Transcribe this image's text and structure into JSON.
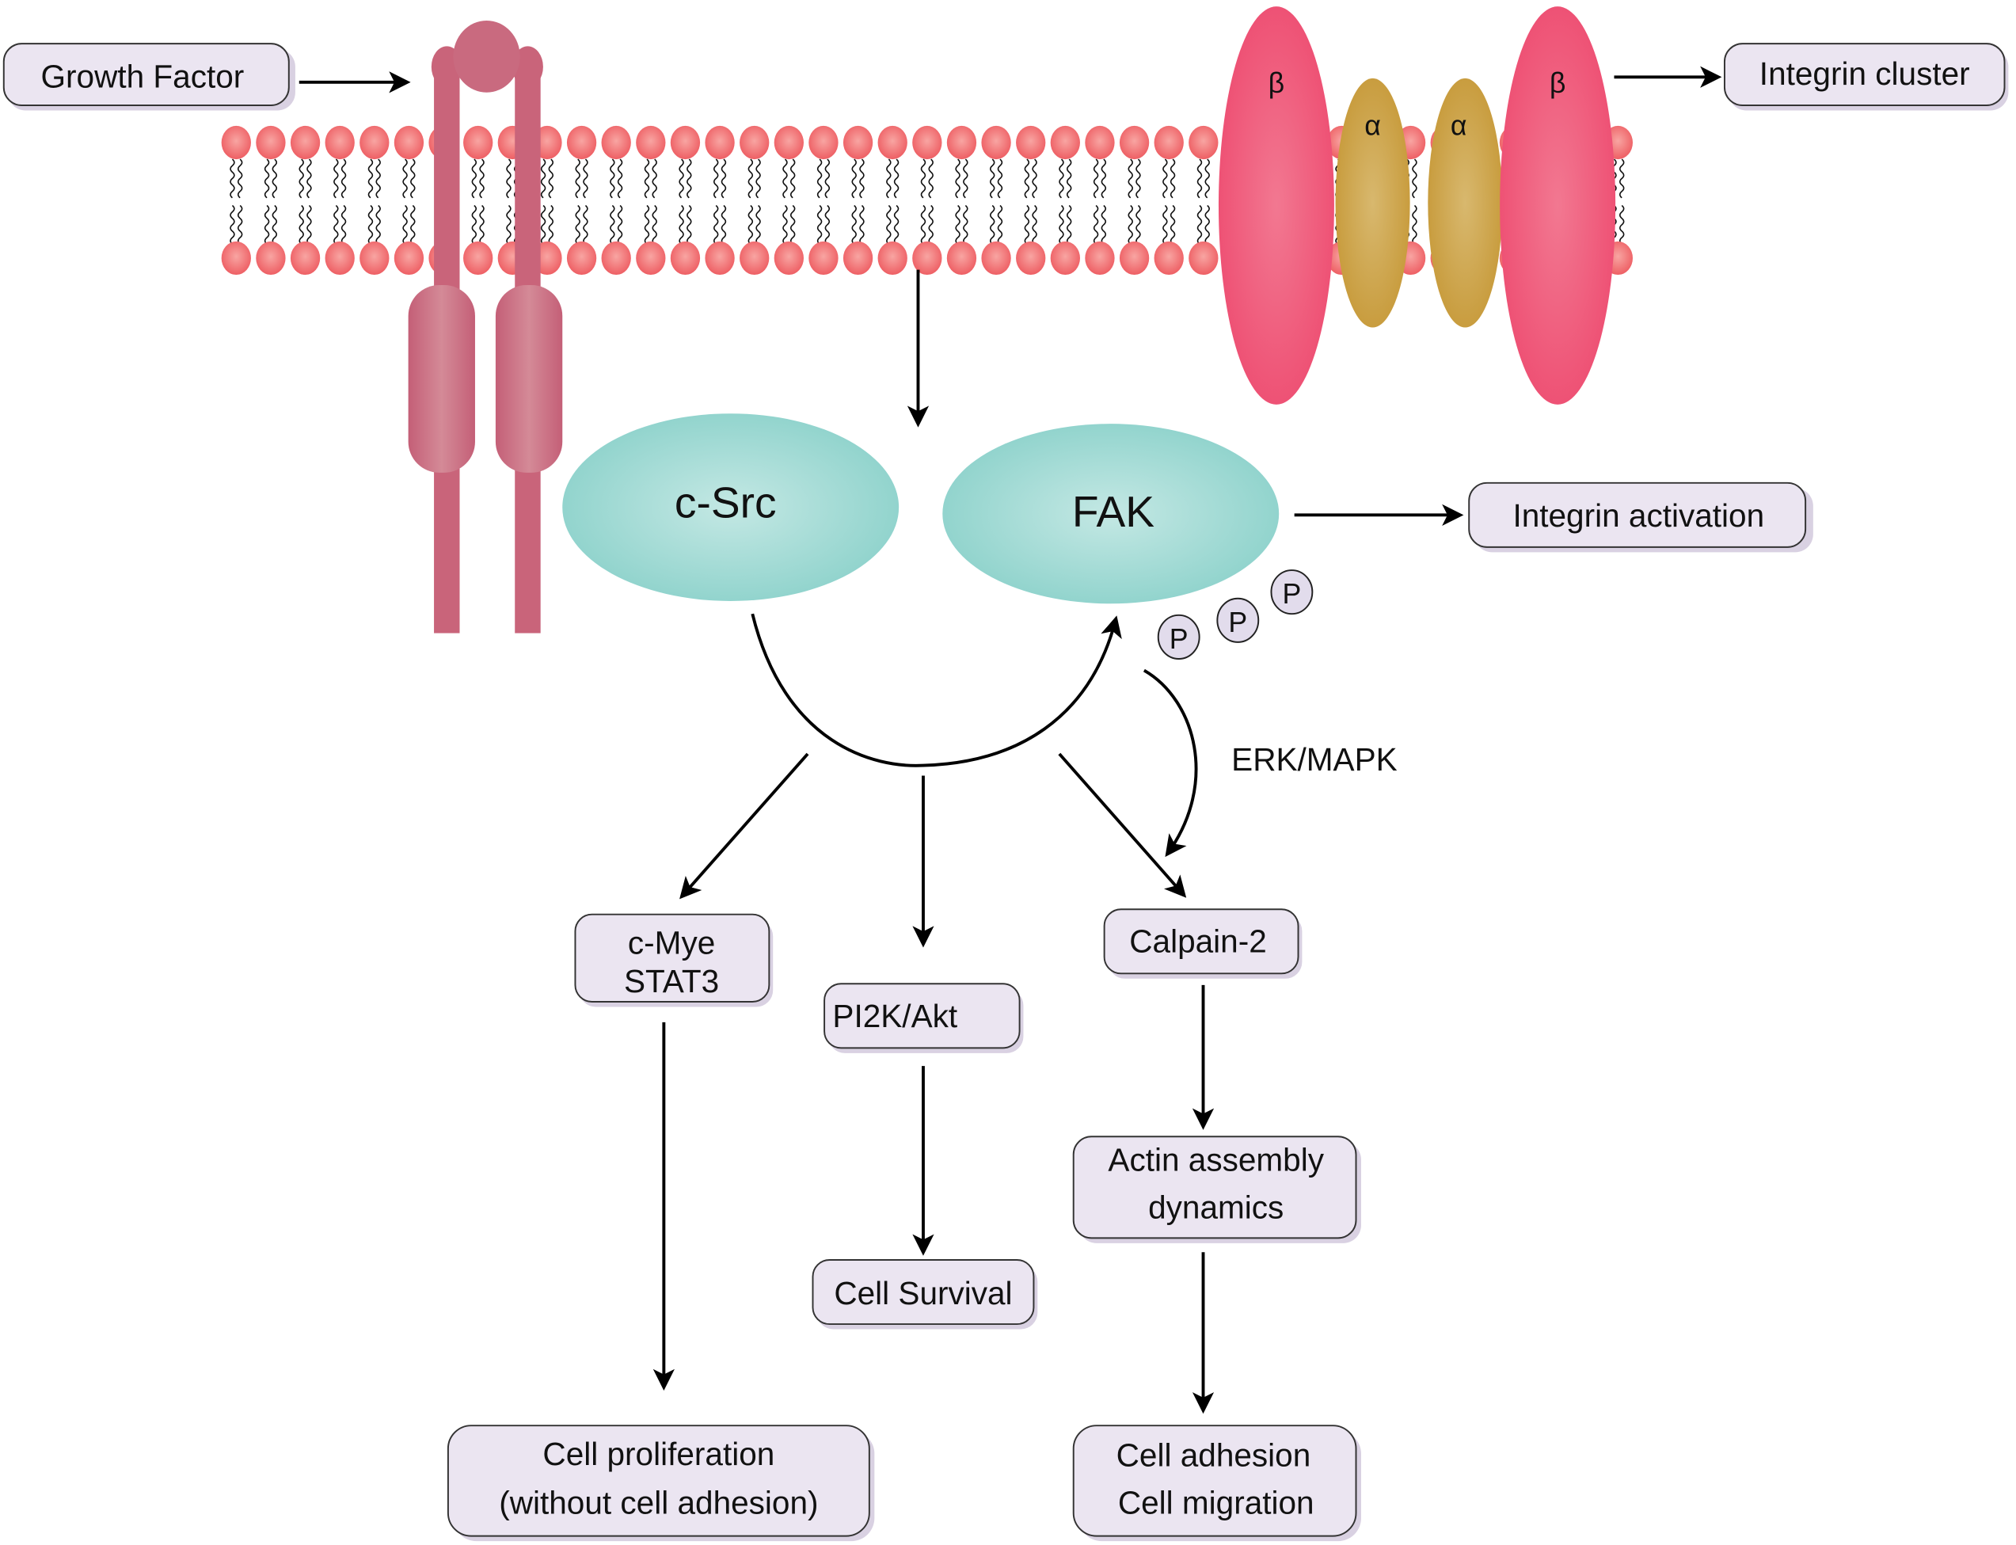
{
  "title": "c-Src / FAK signaling pathway",
  "colors": {
    "receptor": "#c9647a",
    "lipid_head": "#f2787a",
    "integrin_beta": "#f05575",
    "integrin_alpha": "#c9a040",
    "kinase": "#8fd3cc",
    "box_fill": "#ebe5f1"
  },
  "labels": {
    "growth_factor": "Growth Factor",
    "integrin_cluster": "Integrin cluster",
    "integrin_activation": "Integrin activation",
    "beta": "β",
    "alpha": "α",
    "c_src": "c-Src",
    "fak": "FAK",
    "phospho": "P",
    "erk_mapk": "ERK/MAPK",
    "cmyc_line1": "c-Mye",
    "cmyc_line2": "STAT3",
    "pi2k": "PI2K/Akt",
    "calpain": "Calpain-2",
    "actin_line1": "Actin assembly",
    "actin_line2": "dynamics",
    "survival": "Cell Survival",
    "prolif_line1": "Cell proliferation",
    "prolif_line2": "(without cell adhesion)",
    "adhesion_line1": "Cell adhesion",
    "adhesion_line2": "Cell migration"
  }
}
